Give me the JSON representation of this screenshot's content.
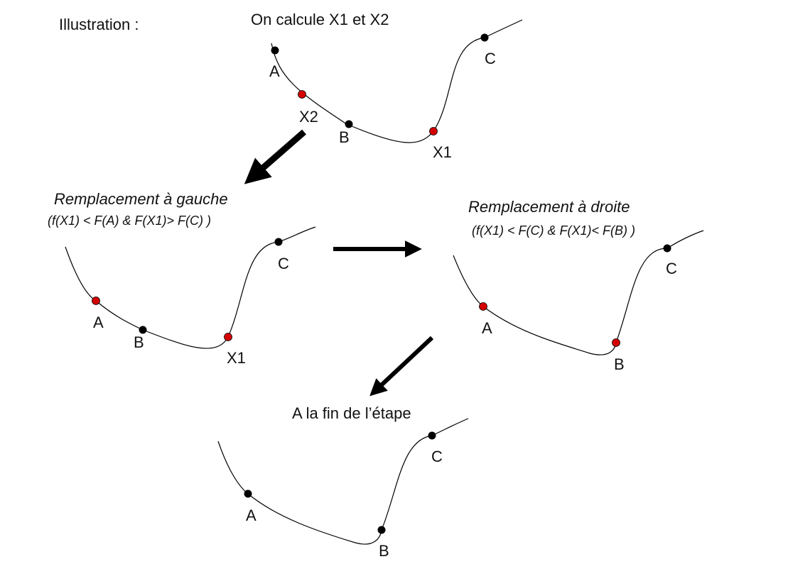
{
  "title": "Illustration :",
  "colors": {
    "ink": "#000000",
    "highlight": "#d40000"
  },
  "steps": {
    "initial": {
      "caption": "On calcule X1 et X2",
      "points": {
        "a": "A",
        "x2": "X2",
        "b": "B",
        "x1": "X1",
        "c": "C"
      }
    },
    "left": {
      "caption": "Remplacement à gauche",
      "condition": "(f(X1) < F(A)  & F(X1)> F(C) )",
      "points": {
        "a": "A",
        "b": "B",
        "x1": "X1",
        "c": "C"
      }
    },
    "right": {
      "caption": "Remplacement à droite",
      "condition": "(f(X1) < F(C)  & F(X1)< F(B) )",
      "points": {
        "a": "A",
        "b": "B",
        "c": "C"
      }
    },
    "final": {
      "caption": "A la fin de l’étape",
      "points": {
        "a": "A",
        "b": "B",
        "c": "C"
      }
    }
  }
}
